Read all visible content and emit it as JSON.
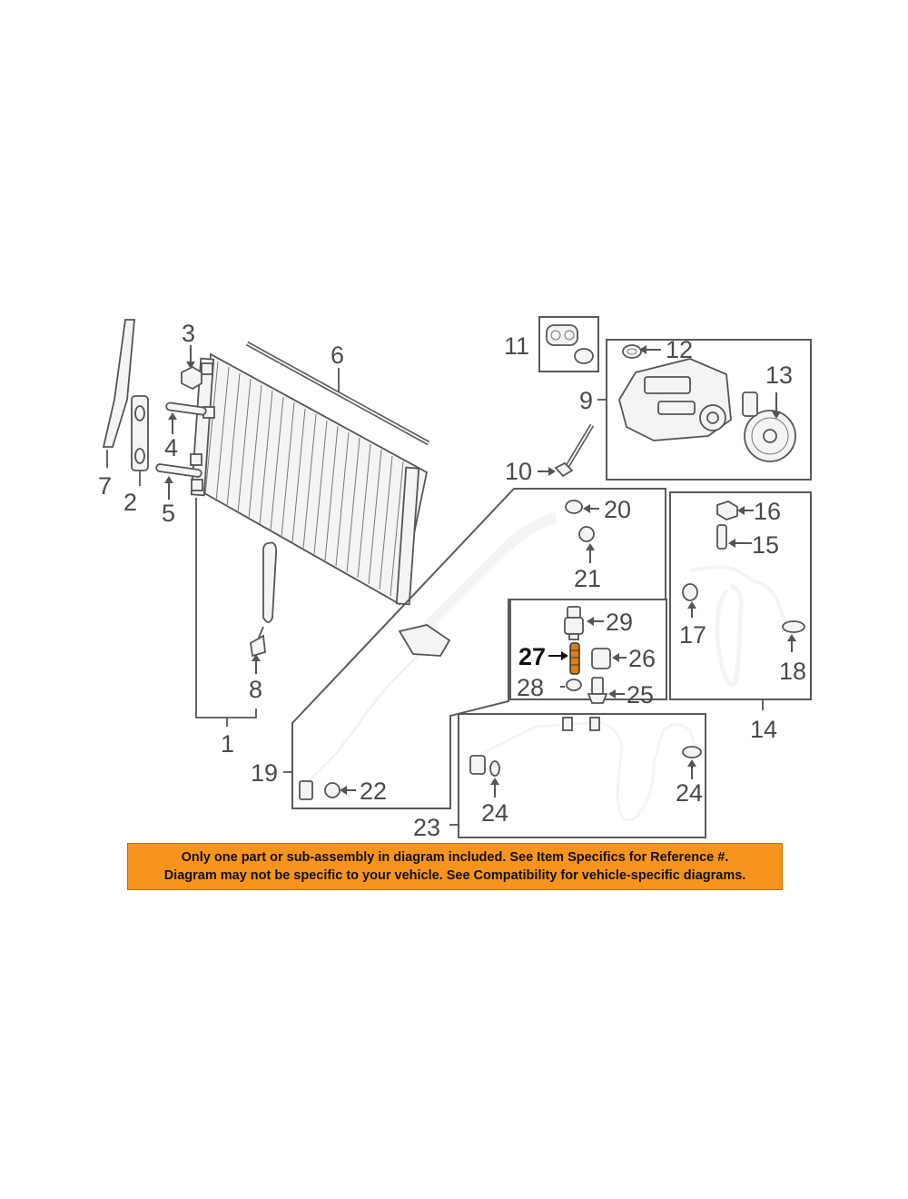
{
  "diagram": {
    "callouts": {
      "c1": "1",
      "c2": "2",
      "c3": "3",
      "c4": "4",
      "c5": "5",
      "c6": "6",
      "c7": "7",
      "c8": "8",
      "c9": "9",
      "c10": "10",
      "c11": "11",
      "c12": "12",
      "c13": "13",
      "c14": "14",
      "c15": "15",
      "c16": "16",
      "c17": "17",
      "c18": "18",
      "c19": "19",
      "c20": "20",
      "c21": "21",
      "c22": "22",
      "c23": "23",
      "c24a": "24",
      "c24b": "24",
      "c25": "25",
      "c26": "26",
      "c27": "27",
      "c28": "28",
      "c29": "29"
    },
    "highlight_color": "#e07c10",
    "notice": {
      "line1": "Only one part or sub-assembly in diagram included. See Item Specifics for Reference #.",
      "line2": "Diagram may not be specific to your vehicle. See Compatibility for vehicle-specific diagrams.",
      "background": "#f7941d"
    }
  }
}
